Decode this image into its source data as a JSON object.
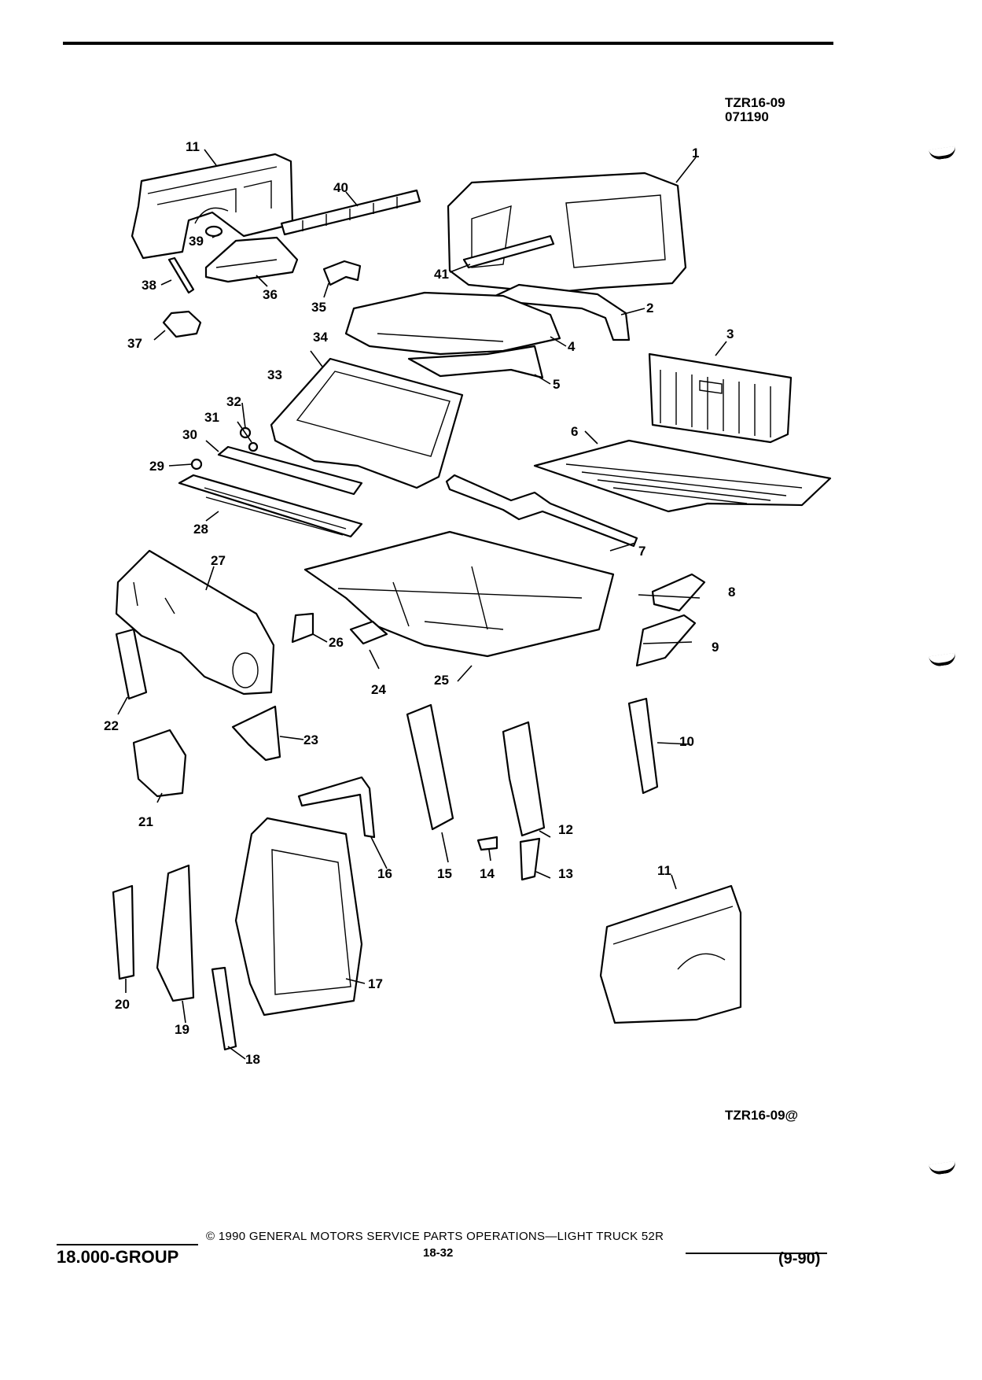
{
  "header": {
    "code": "TZR16-09",
    "date_code": "071190"
  },
  "callouts": [
    "1",
    "2",
    "3",
    "4",
    "5",
    "6",
    "7",
    "8",
    "9",
    "10",
    "11",
    "12",
    "13",
    "14",
    "15",
    "16",
    "17",
    "18",
    "19",
    "20",
    "21",
    "22",
    "23",
    "24",
    "25",
    "26",
    "27",
    "28",
    "29",
    "30",
    "31",
    "32",
    "33",
    "34",
    "35",
    "36",
    "37",
    "38",
    "39",
    "40",
    "41",
    "11"
  ],
  "figure_id": "TZR16-09@",
  "footer": {
    "group": "18.000-GROUP",
    "copyright": "© 1990 GENERAL MOTORS SERVICE PARTS OPERATIONS—LIGHT TRUCK 52R",
    "page": "18-32",
    "revision": "(9-90)"
  }
}
